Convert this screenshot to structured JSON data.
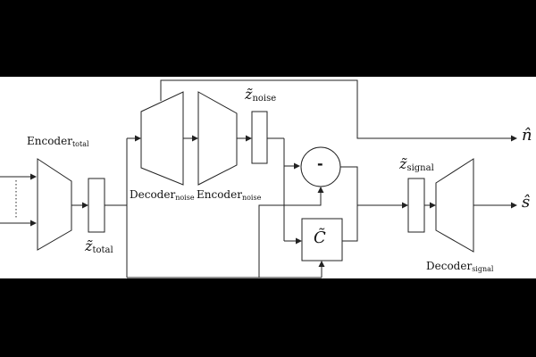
{
  "diagram": {
    "encoder_total": {
      "base": "Encoder",
      "sub": "total"
    },
    "decoder_noise": {
      "base": "Decoder",
      "sub": "noise"
    },
    "encoder_noise": {
      "base": "Encoder",
      "sub": "noise"
    },
    "decoder_signal": {
      "base": "Decoder",
      "sub": "signal"
    },
    "z_total": {
      "base": "z̃",
      "sub": "total"
    },
    "z_noise": {
      "base": "z̃",
      "sub": "noise"
    },
    "z_signal": {
      "base": "z̃",
      "sub": "signal"
    },
    "subtract_op": "-",
    "c_tilde": "C̃",
    "n_hat": "n̂",
    "s_hat": "ŝ"
  }
}
